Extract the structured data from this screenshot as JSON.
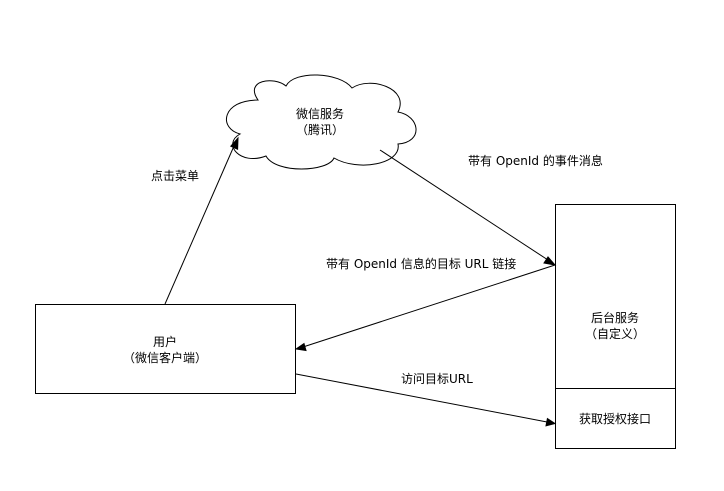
{
  "nodes": {
    "wechat_service": {
      "line1": "微信服务",
      "line2": "（腾讯）"
    },
    "user": {
      "line1": "用户",
      "line2": "（微信客户端）"
    },
    "backend": {
      "line1": "后台服务",
      "line2": "（自定义）"
    },
    "auth_api": {
      "label": "获取授权接口"
    }
  },
  "edges": {
    "click_menu": "点击菜单",
    "event_message": "带有 OpenId 的事件消息",
    "target_url_link": "带有 OpenId 信息的目标 URL 链接",
    "visit_target_url": "访问目标URL"
  }
}
